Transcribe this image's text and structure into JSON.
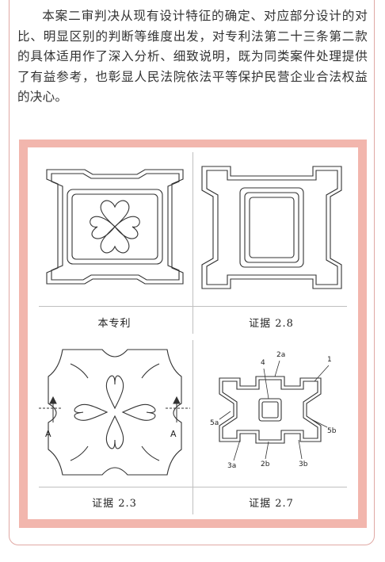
{
  "article": {
    "paragraph": "本案二审判决从现有设计特征的确定、对应部分设计的对比、明显区别的判断等维度出发，对专利法第二十三条第二款的具体适用作了深入分析、细致说明，既为同类案件处理提供了有益参考，也彰显人民法院依法平等保护民营企业合法权益的决心。"
  },
  "figures": {
    "captions": {
      "patent": "本专利",
      "ev28": "证据 2.8",
      "ev23": "证据 2.3",
      "ev27": "证据 2.7"
    },
    "ev23_labels": {
      "left": "A",
      "right": "A"
    },
    "ev27_labels": {
      "l1": "1",
      "l2a": "2a",
      "l4": "4",
      "l5a": "5a",
      "l5b": "5b",
      "l3a": "3a",
      "l2b": "2b",
      "l3b": "3b"
    }
  },
  "colors": {
    "frame": "#f2b6ad",
    "card_border": "#e0a9a4",
    "text": "#333333"
  }
}
